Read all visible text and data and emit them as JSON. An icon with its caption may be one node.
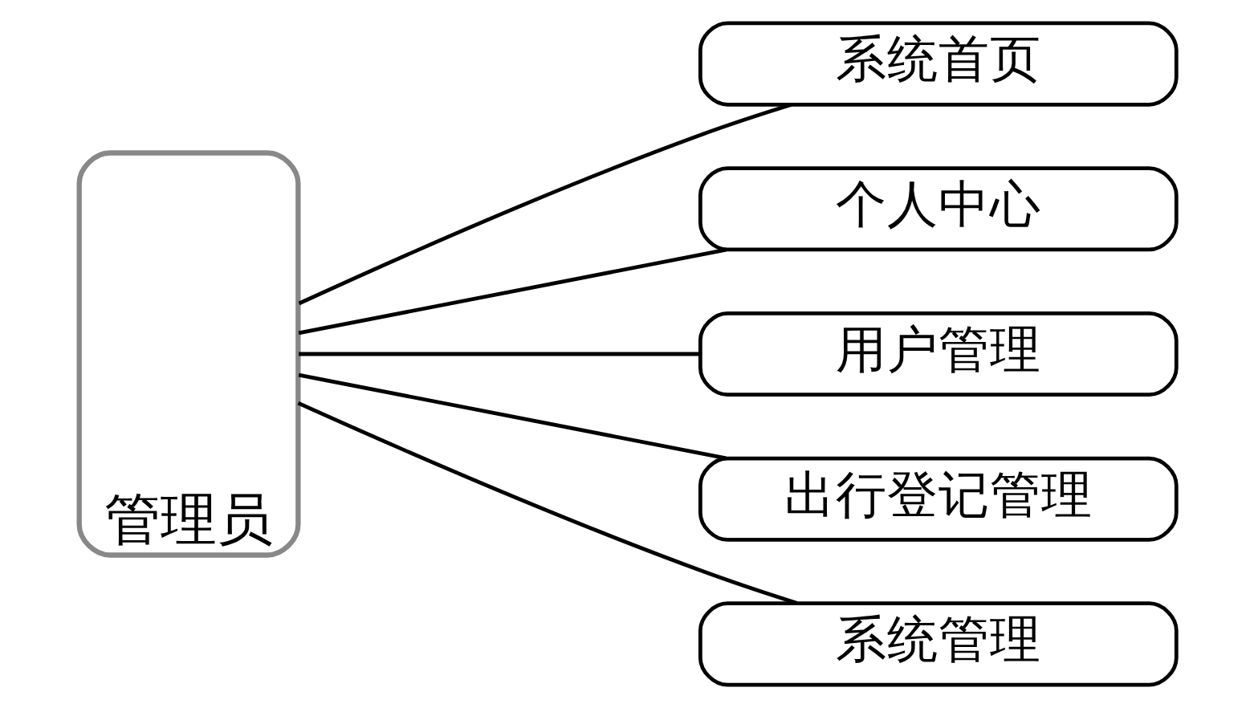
{
  "diagram": {
    "nodes": [
      {
        "text": [
          "管理员"
        ]
      },
      {
        "text": [
          "系统首页"
        ]
      },
      {
        "text": [
          "个人中心"
        ]
      },
      {
        "text": [
          "用户管理"
        ]
      },
      {
        "text": [
          "出行登记管理"
        ]
      },
      {
        "text": [
          "系统管理"
        ]
      }
    ],
    "edges": [
      {
        "from": 0,
        "to": 1,
        "arrow": "none"
      },
      {
        "from": 0,
        "to": 2,
        "arrow": "none"
      },
      {
        "from": 0,
        "to": 3,
        "arrow": "none"
      },
      {
        "from": 0,
        "to": 4,
        "arrow": "none"
      },
      {
        "from": 0,
        "to": 5,
        "arrow": "none"
      }
    ]
  }
}
